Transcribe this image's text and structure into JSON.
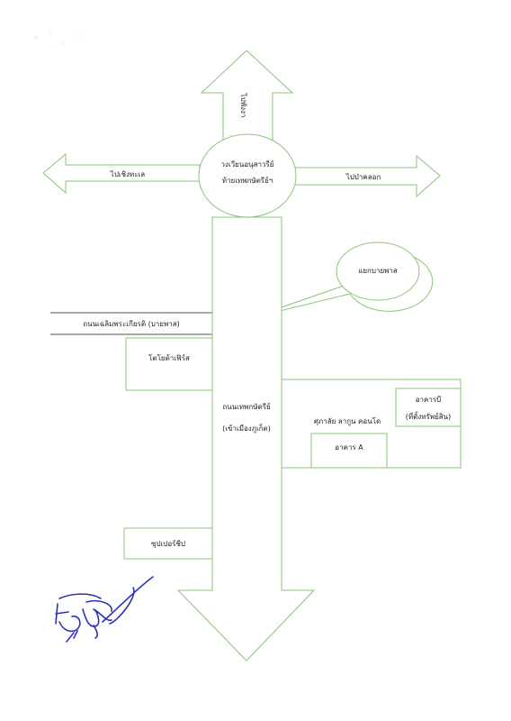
{
  "colors": {
    "outline": "#8cc47a",
    "road": "#555555",
    "text": "#222222",
    "signature": "#2a35b5"
  },
  "labels": {
    "up_arrow": "ไปพังงา",
    "left_arrow": "ไปเชิงทะเล",
    "right_arrow": "ไปป่าคลอก",
    "circle_line1": "วงเวียนอนุสาวรีย์",
    "circle_line2": "ท้ายเทพกษัตรีย์ฯ",
    "callout": "แยกบายพาส",
    "side_road": "ถนนเฉลิมพระเกียรติ (บายพาส)",
    "toyota": "โตโยต้าเฟิร์ส",
    "main_road_line1": "ถนนเทพกษัตรีย์",
    "main_road_line2": "(เข้าเมืองภูเก็ต)",
    "condo": "ศุภาลัย ลากูน คอนโด",
    "building_a": "อาคาร A",
    "building_b_line1": "อาคารบี",
    "building_b_line2": "(ที่ตั้งทรัพย์สิน)",
    "supercheap": "ซุปเปอร์ชีป"
  }
}
